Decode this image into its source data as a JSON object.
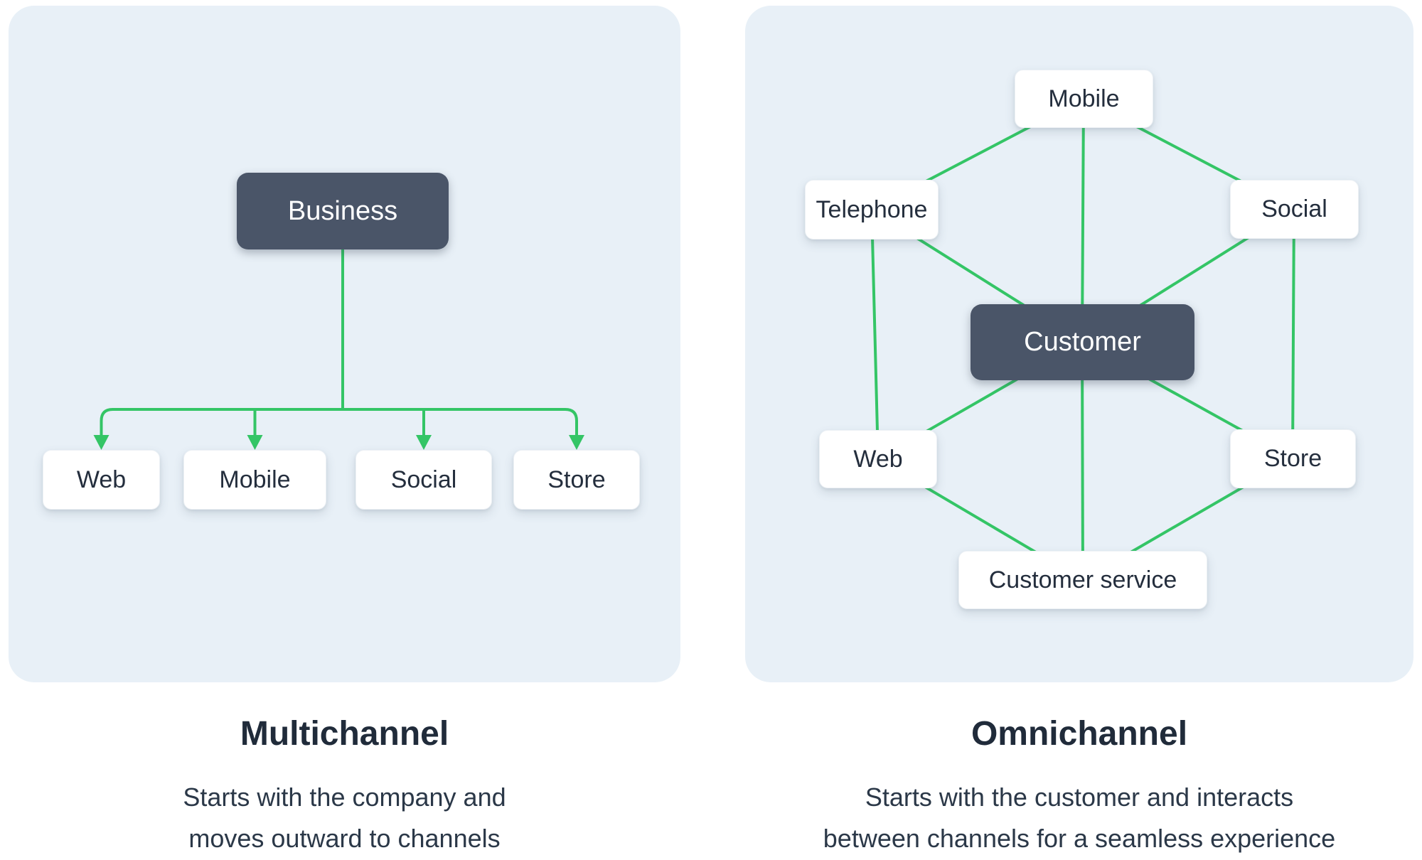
{
  "colors": {
    "page_bg": "#FFFFFF",
    "panel_bg": "#E8F0F7",
    "dark_node_bg": "#4A5568",
    "dark_node_text": "#FFFFFF",
    "white_node_bg": "#FFFFFF",
    "node_text": "#242E3D",
    "connector_green": "#34C566",
    "heading_text": "#202B3A"
  },
  "multichannel": {
    "title": "Multichannel",
    "description_lines": [
      "Starts with the company and",
      "moves outward to channels"
    ],
    "root_node": "Business",
    "channel_nodes": [
      "Web",
      "Mobile",
      "Social",
      "Store"
    ]
  },
  "omnichannel": {
    "title": "Omnichannel",
    "description_lines": [
      "Starts with the customer and interacts",
      "between channels for a seamless experience"
    ],
    "center_node": "Customer",
    "outer_nodes": [
      "Mobile",
      "Telephone",
      "Social",
      "Web",
      "Store",
      "Customer service"
    ]
  }
}
